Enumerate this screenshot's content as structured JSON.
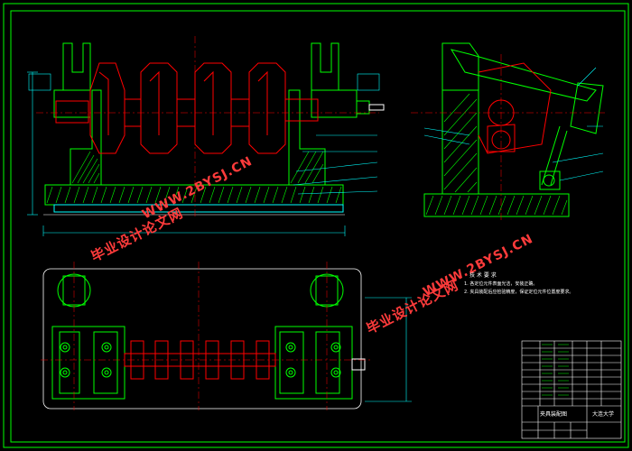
{
  "watermark": {
    "cn_text": "毕业设计论文网",
    "url_text": "WWW.2BYSJ.CN"
  },
  "tech_requirements": {
    "title": "技 术 要 求",
    "line1": "1. 各定位元件表面光洁，安装正确。",
    "line2": "2. 夹具装配后应检验精度，保证定位元件位置度要求。"
  },
  "title_block": {
    "drawing_name": "夹具装配图",
    "school": "大连大学"
  },
  "colors": {
    "frame": "#00ff00",
    "part": "#ff0000",
    "hatch": "#00ff00",
    "dim": "#00ffff",
    "text": "#ffffff",
    "outline": "#ffffff",
    "centerline": "#ff0000",
    "watermark": "#ff3b3b"
  }
}
